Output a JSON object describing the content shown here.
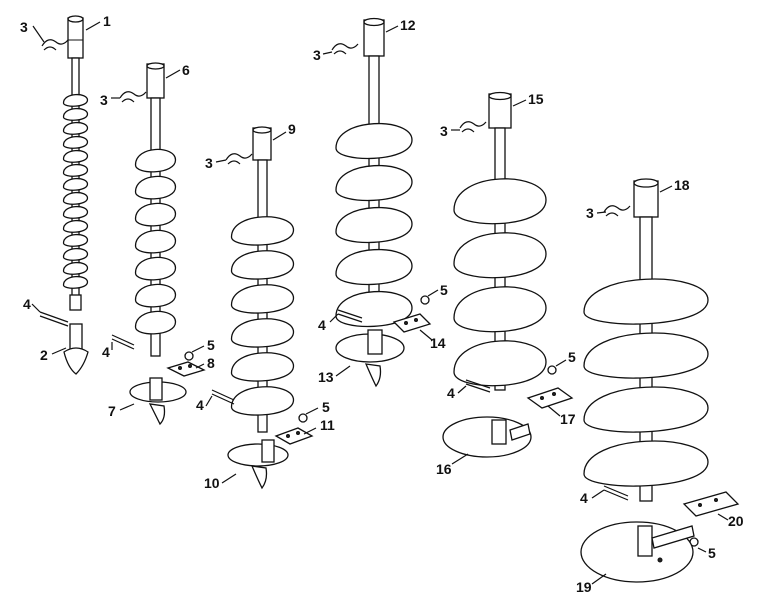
{
  "labels": {
    "l1": "1",
    "l2": "2",
    "l3": "3",
    "l4": "4",
    "l5": "5",
    "l6": "6",
    "l7": "7",
    "l8": "8",
    "l9": "9",
    "l10": "10",
    "l11": "11",
    "l12": "12",
    "l13": "13",
    "l14": "14",
    "l15": "15",
    "l16": "16",
    "l17": "17",
    "l18": "18",
    "l19": "19",
    "l20": "20"
  },
  "colors": {
    "line": "#111111",
    "background": "#ffffff"
  }
}
